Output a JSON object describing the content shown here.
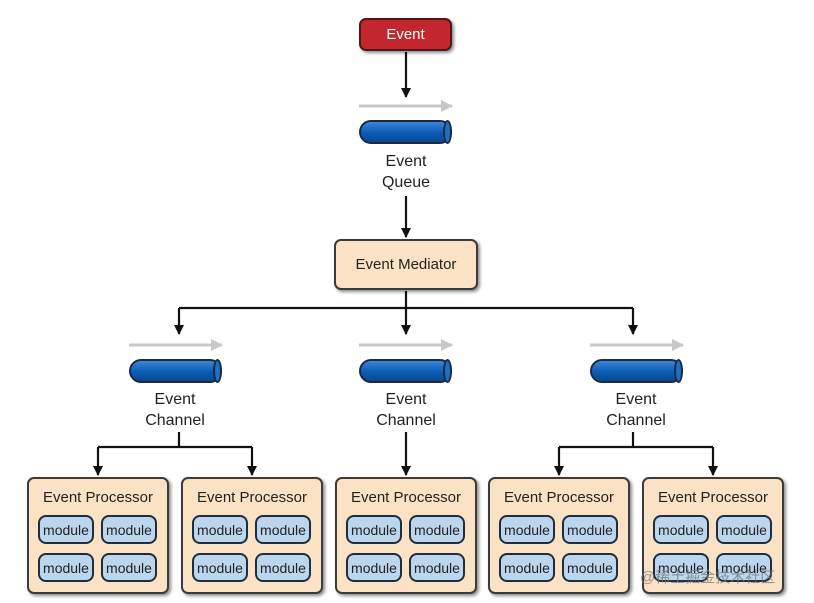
{
  "event": {
    "label": "Event"
  },
  "queue": {
    "line1": "Event",
    "line2": "Queue"
  },
  "mediator": {
    "label": "Event Mediator"
  },
  "channels": [
    {
      "line1": "Event",
      "line2": "Channel"
    },
    {
      "line1": "Event",
      "line2": "Channel"
    },
    {
      "line1": "Event",
      "line2": "Channel"
    }
  ],
  "processors": [
    {
      "title": "Event Processor",
      "modules": [
        "module",
        "module",
        "module",
        "module"
      ]
    },
    {
      "title": "Event Processor",
      "modules": [
        "module",
        "module",
        "module",
        "module"
      ]
    },
    {
      "title": "Event Processor",
      "modules": [
        "module",
        "module",
        "module",
        "module"
      ]
    },
    {
      "title": "Event Processor",
      "modules": [
        "module",
        "module",
        "module",
        "module"
      ]
    },
    {
      "title": "Event Processor",
      "modules": [
        "module",
        "module",
        "module",
        "module"
      ]
    }
  ],
  "watermark": {
    "text": "@稀土掘金技术社区"
  },
  "colors": {
    "event_fill": "#c4262e",
    "mediator_fill": "#fbe2c4",
    "module_fill": "#bcd6ee",
    "pipe_fill": "#0b5bb5",
    "flow_arrow": "#c8c8c8"
  }
}
